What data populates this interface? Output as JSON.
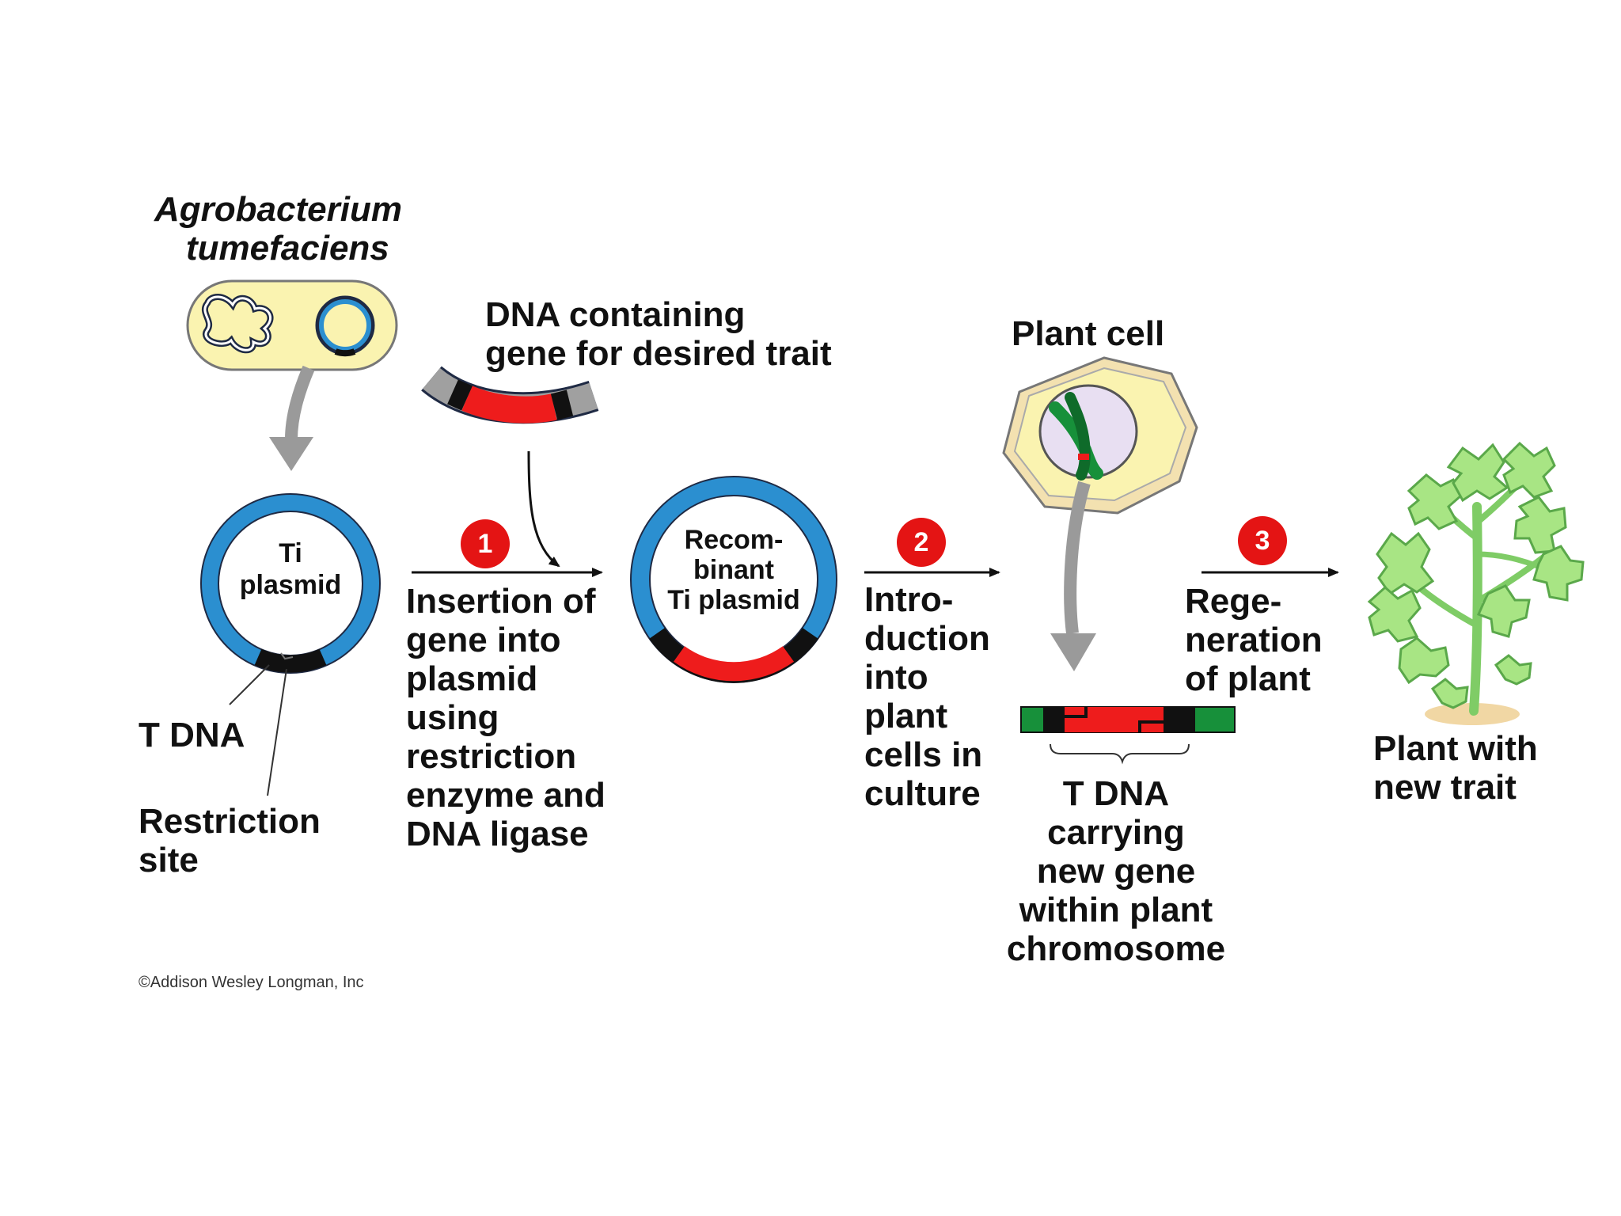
{
  "labels": {
    "agrobacterium_line1": "Agrobacterium",
    "agrobacterium_line2": "tumefaciens",
    "dna_line1": "DNA containing",
    "dna_line2": "gene for desired trait",
    "ti_line1": "Ti",
    "ti_line2": "plasmid",
    "t_dna": "T DNA",
    "restriction_line1": "Restriction",
    "restriction_line2": "site",
    "recomb_line1": "Recom-",
    "recomb_line2": "binant",
    "recomb_line3": "Ti plasmid",
    "plant_cell": "Plant cell",
    "tdna_carry_line1": "T DNA",
    "tdna_carry_line2": "carrying",
    "tdna_carry_line3": "new gene",
    "tdna_carry_line4": "within plant",
    "tdna_carry_line5": "chromosome",
    "plant_trait_line1": "Plant with",
    "plant_trait_line2": "new trait",
    "copyright": "©Addison Wesley Longman, Inc"
  },
  "steps": [
    {
      "number": "1",
      "lines": [
        "Insertion of",
        "gene into",
        "plasmid",
        "using",
        "restriction",
        "enzyme and",
        "DNA ligase"
      ]
    },
    {
      "number": "2",
      "lines": [
        "Intro-",
        "duction",
        "into",
        "plant",
        "cells in",
        "culture"
      ]
    },
    {
      "number": "3",
      "lines": [
        "Rege-",
        "neration",
        "of plant"
      ]
    }
  ],
  "colors": {
    "plasmid_blue": "#2b8fd0",
    "insert_red": "#ee1c1c",
    "cell_yellow": "#faf3b0",
    "chromosome_green": "#17903a",
    "step_badge_red": "#e41414",
    "plant_green": "#99dd77"
  }
}
